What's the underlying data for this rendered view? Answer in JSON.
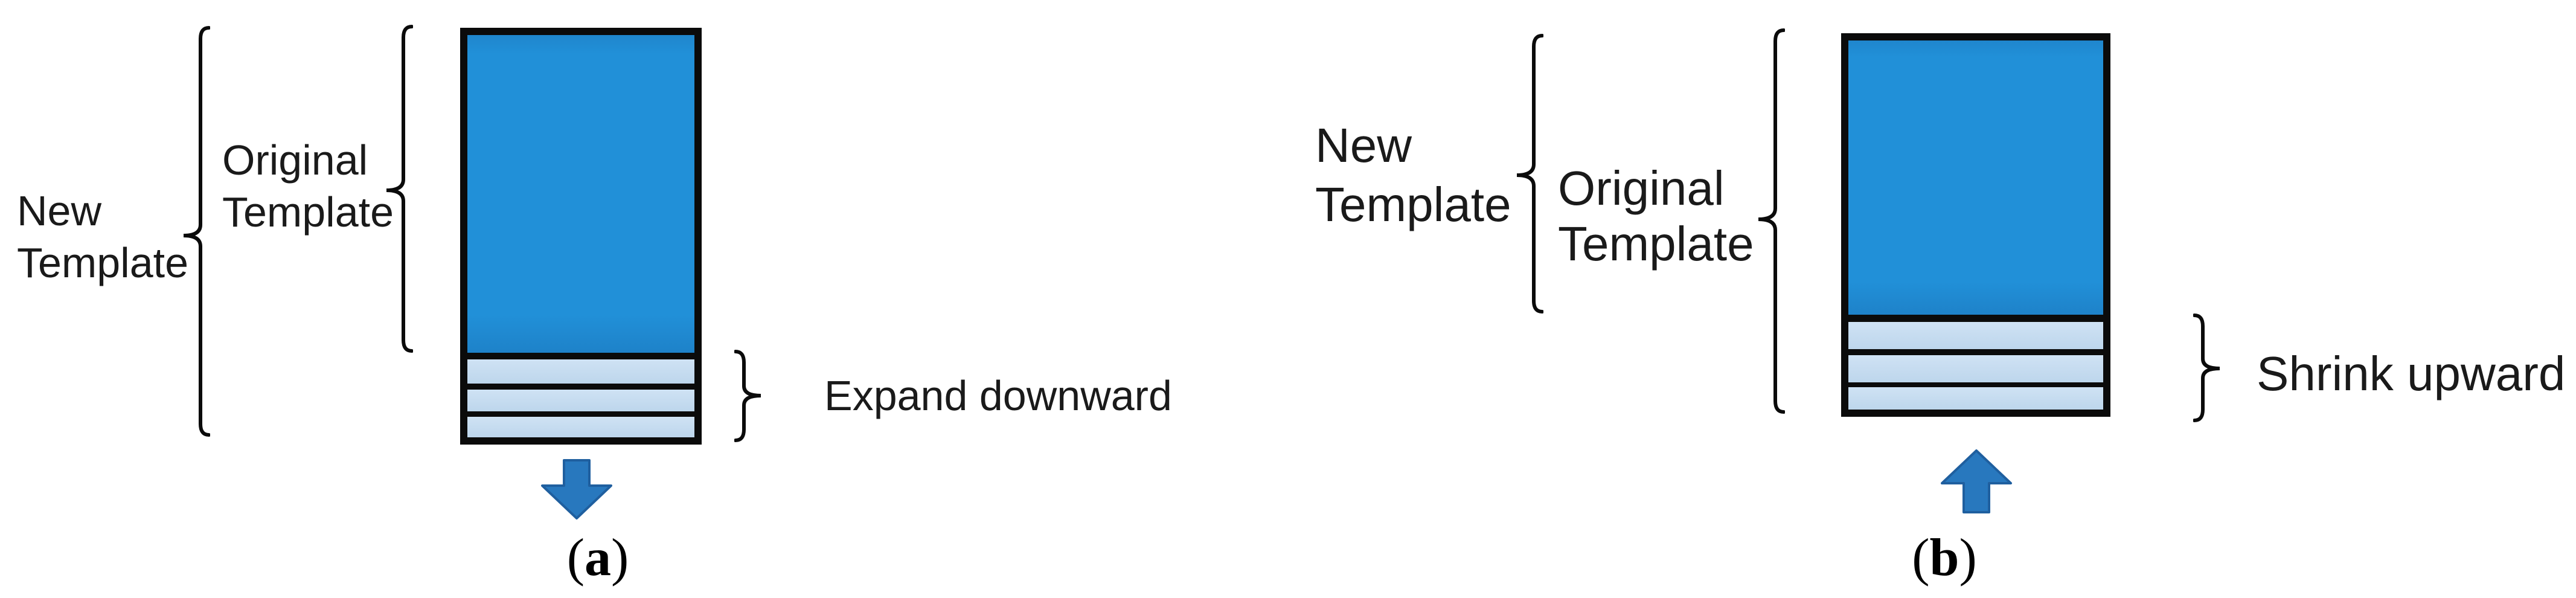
{
  "figure_a": {
    "new_template_label": {
      "line1": "New",
      "line2": "Template"
    },
    "original_template_label": {
      "line1": "Original",
      "line2": "Template"
    },
    "action_label": "Expand downward",
    "arrow_icon": "down-arrow",
    "stripe_rows": 3,
    "caption": {
      "open": "(",
      "letter": "a",
      "close": ")"
    }
  },
  "figure_b": {
    "new_template_label": {
      "line1": "New",
      "line2": "Template"
    },
    "original_template_label": {
      "line1": "Original",
      "line2": "Template"
    },
    "action_label": "Shrink upward",
    "arrow_icon": "up-arrow",
    "stripe_rows": 3,
    "caption": {
      "open": "(",
      "letter": "b",
      "close": ")"
    }
  },
  "colors": {
    "template_fill": "#2190d8",
    "stripe_fill_top": "#cfe2f4",
    "stripe_fill_bottom": "#bdd6ec",
    "outline": "#0b0b0b",
    "arrow_fill": "#2878be",
    "arrow_stroke": "#1f5f9f",
    "text": "#1a1a1a",
    "background": "#ffffff"
  }
}
